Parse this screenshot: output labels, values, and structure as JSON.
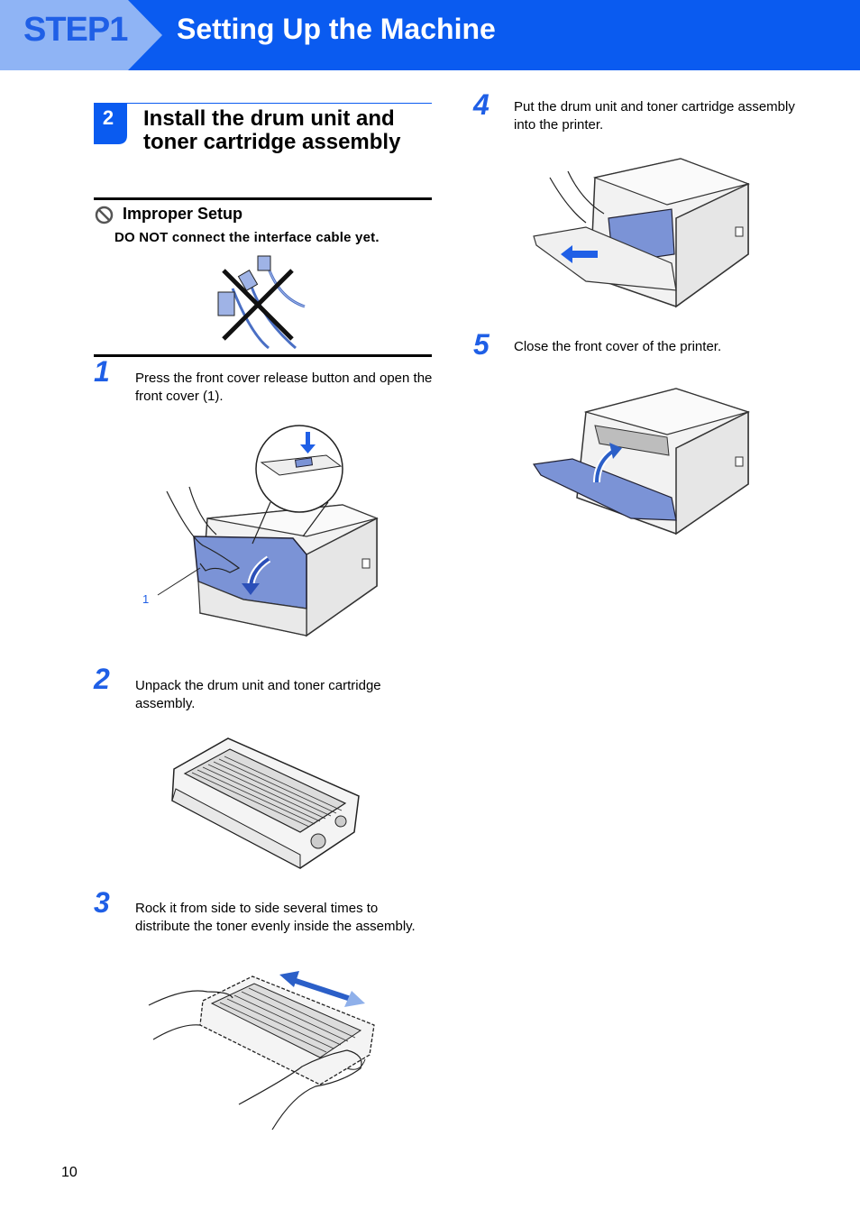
{
  "header": {
    "step_label": "STEP1",
    "title": "Setting Up the Machine"
  },
  "section": {
    "number": "2",
    "title": "Install the drum unit and toner cartridge assembly"
  },
  "warning": {
    "title": "Improper Setup",
    "body": "DO NOT connect the interface cable yet."
  },
  "steps": [
    {
      "number": "1",
      "text": "Press the front cover release button and open the front cover (1)."
    },
    {
      "number": "2",
      "text": "Unpack the drum unit and toner cartridge assembly."
    },
    {
      "number": "3",
      "text": "Rock it from side to side several times to distribute the toner evenly inside the assembly."
    },
    {
      "number": "4",
      "text": "Put the drum unit and toner cartridge assembly into the printer."
    },
    {
      "number": "5",
      "text": "Close the front cover of the printer."
    }
  ],
  "figure1": {
    "callout": "1"
  },
  "footer": {
    "page_number": "10"
  },
  "colors": {
    "brand_blue": "#0a5bf0",
    "accent_blue": "#1f5fe6",
    "part_blue": "#7b93d6"
  },
  "icons": [
    "prohibited-icon",
    "blue-arrow-icon"
  ]
}
